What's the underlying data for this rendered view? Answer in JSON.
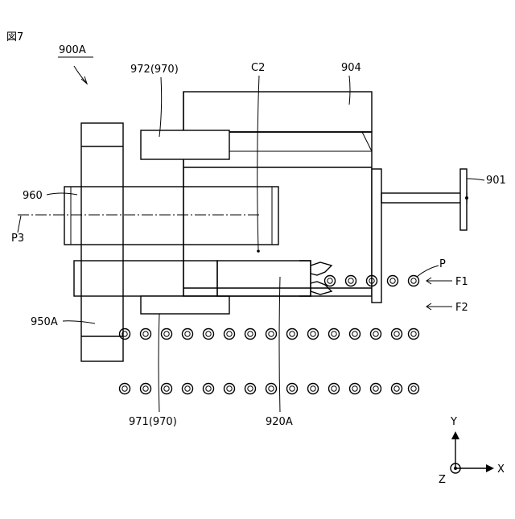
{
  "figure": {
    "label": "図7"
  },
  "labels": {
    "assembly": "900A",
    "sub_972": "972(970)",
    "c2": "C2",
    "part_904": "904",
    "part_901": "901",
    "part_960": "960",
    "p3": "P3",
    "p": "P",
    "f1": "F1",
    "f2": "F2",
    "part_950a": "950A",
    "sub_971": "971(970)",
    "part_920a": "920A"
  },
  "axes": {
    "y": "Y",
    "x": "X",
    "z": "Z"
  }
}
